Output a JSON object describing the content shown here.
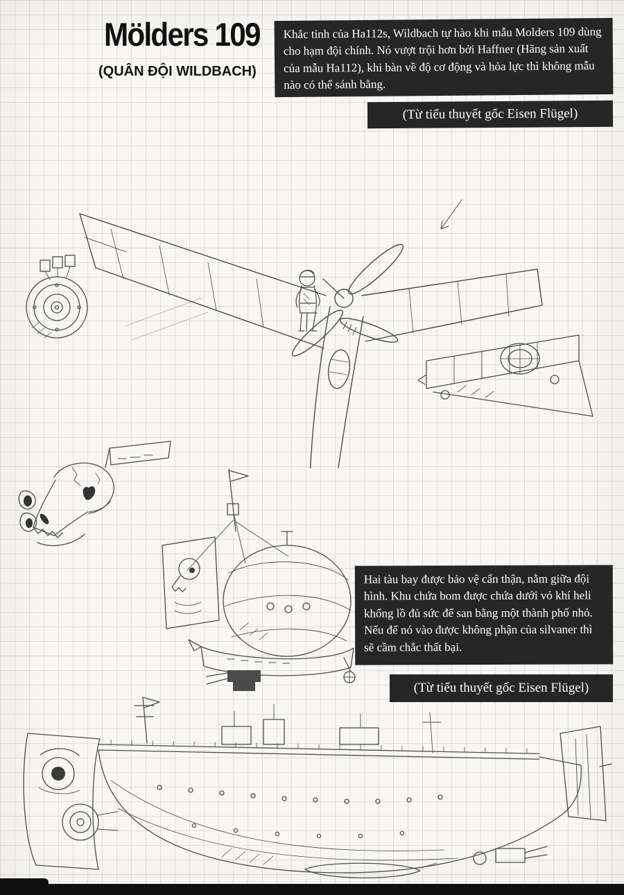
{
  "header": {
    "title": "Mölders 109",
    "subtitle": "(QUÂN ĐỘI WILDBACH)"
  },
  "panels": {
    "intro": {
      "text": "Khắc tinh của Ha112s, Wildbach tự hào khi mẫu Molders 109 dùng cho hạm đội chính. Nó vượt trội hơn bởi Haffner (Hãng sản xuất của mẫu Ha112), khi bàn về độ cơ động và hỏa lực thì không mẫu nào có thể sánh bằng.",
      "credit": "(Từ tiểu thuyết gốc Eisen Flügel)"
    },
    "fleet": {
      "text": "Hai tàu bay được bảo vệ cẩn thận, nằm giữa đội hình. Khu chứa bom được chứa dưới vỏ khí heli khổng lồ đủ sức để san bằng một thành phố nhỏ. Nếu để nó vào được không phận của silvaner thì sẽ cầm chắc thất bại.",
      "credit": "(Từ tiểu thuyết gốc Eisen Flügel)"
    }
  },
  "illustrations": {
    "aircraft": "molders-109-top-view-pencil-sketch",
    "engine": "engine-cowling-front-detail-sketch",
    "pilot": "pilot-figure-sketch",
    "catapult": "launch-catapult-sketch",
    "skull": "canine-skull-study-sketch",
    "airship": "escort-airship-pencil-sketch",
    "carrier": "carrier-airship-side-view-sketch"
  },
  "colors": {
    "panel_background": "#262626",
    "panel_text": "#ffffff",
    "ink": "#3b3b3b",
    "grid_line": "#bfbfbf",
    "paper": "#f8f7f4"
  }
}
